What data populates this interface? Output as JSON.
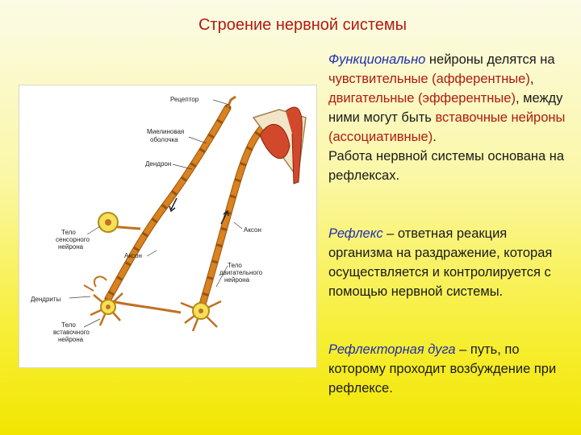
{
  "slide": {
    "title": "Строение нервной системы"
  },
  "text": {
    "p1": {
      "term": "Функционально",
      "t1": " нейроны делятся на ",
      "sensory": "чувствительные (афферентные)",
      "t2": ", ",
      "motor": "двигательные (эфферентные)",
      "t3": ", между ними могут быть ",
      "inter": "вставочные нейроны (ассоциативные)",
      "t4": ".",
      "t5": "Работа нервной системы основана на рефлексах."
    },
    "p2": {
      "term": "Рефлекс",
      "rest": " – ответная реакция организма на раздражение, которая осуществляется и контролируется с помощью нервной системы."
    },
    "p3": {
      "term": "Рефлекторная дуга",
      "rest": " – путь, по которому проходит возбуждение при рефлексе."
    }
  },
  "figure": {
    "labels": {
      "receptor": "Рецептор",
      "myelin1": "Миелиновая",
      "myelin2": "оболочка",
      "dendrite": "Дендрон",
      "axon_right": "Аксон",
      "sensory_body1": "Тело",
      "sensory_body2": "сенсорного",
      "sensory_body3": "нейрона",
      "axon_left": "Аксон",
      "motor_body1": "Тело",
      "motor_body2": "двигательного",
      "motor_body3": "нейрона",
      "dendrites": "Дендриты",
      "inter_body1": "Тело",
      "inter_body2": "вставочного",
      "inter_body3": "нейрона"
    },
    "colors": {
      "myelin": "#d9821e",
      "myelin_edge": "#9a5410",
      "axon_core": "#f4c23a",
      "soma": "#f5e05a",
      "muscle": "#d2482a",
      "bone": "#f3e6c8"
    }
  }
}
